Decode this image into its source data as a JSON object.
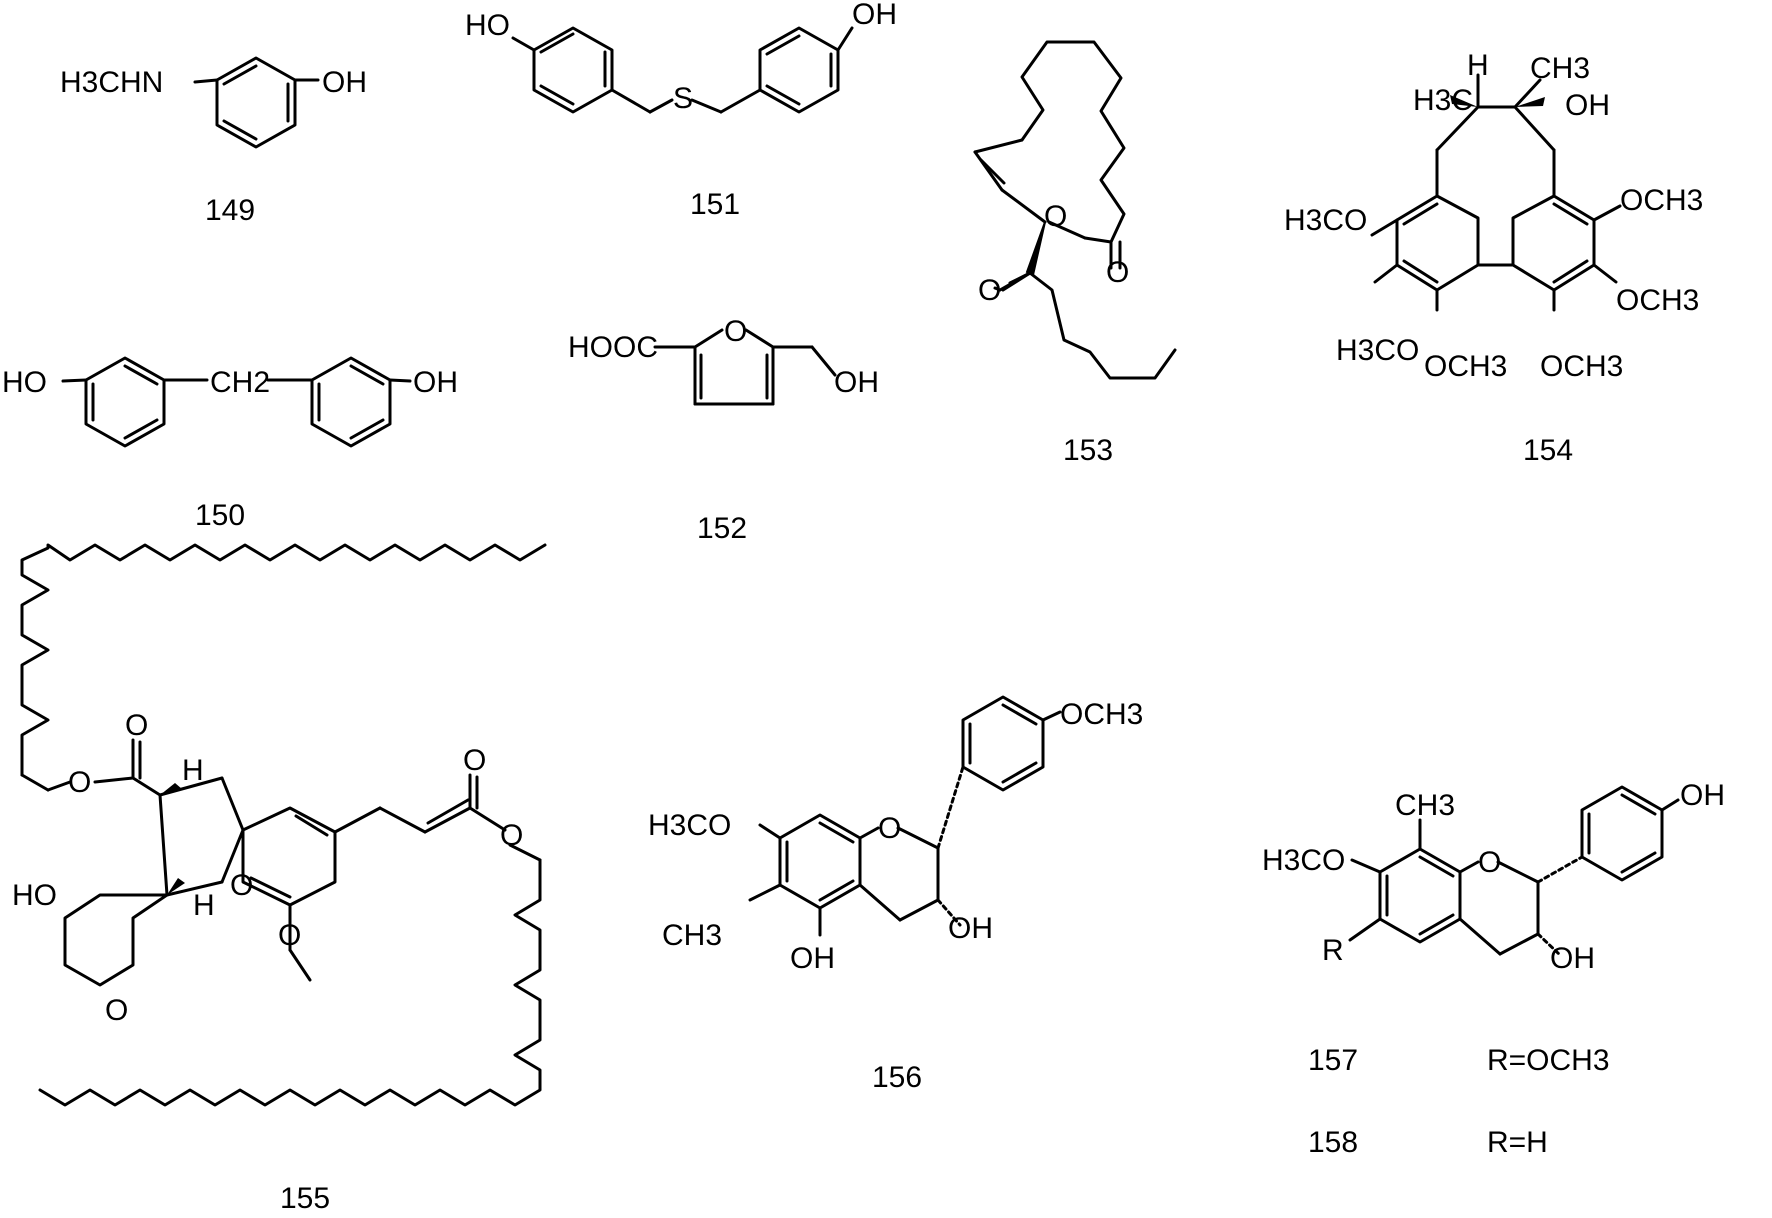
{
  "compounds": [
    {
      "id": "149",
      "atoms": {
        "nh": "H3CHN",
        "oh": "OH"
      }
    },
    {
      "id": "150",
      "atoms": {
        "ho": "HO",
        "ch2": "CH2",
        "oh": "OH"
      }
    },
    {
      "id": "151",
      "atoms": {
        "ho": "HO",
        "s": "S",
        "oh": "OH"
      }
    },
    {
      "id": "152",
      "atoms": {
        "cooh": "HOOC",
        "o": "O",
        "oh": "OH"
      }
    },
    {
      "id": "153",
      "atoms": {
        "o_ring": "O",
        "o_ester": "O",
        "o_ketone": "O"
      }
    },
    {
      "id": "154",
      "atoms": {
        "h3c": "H3C",
        "h": "H",
        "ch3": "CH3",
        "oh": "OH",
        "ome1": "H3CO",
        "ome2": "OCH3",
        "ome3": "H3CO",
        "ome4": "OCH3",
        "ome5": "OCH3",
        "ome6": "OCH3"
      }
    },
    {
      "id": "155",
      "atoms": {
        "o1": "O",
        "o2": "O",
        "h1": "H",
        "h2": "H",
        "ho": "HO",
        "o3": "O",
        "o4": "O",
        "o5": "O",
        "o6": "O",
        "o7": "O"
      }
    },
    {
      "id": "156",
      "atoms": {
        "ome": "OCH3",
        "h3co": "H3CO",
        "o": "O",
        "ch3": "CH3",
        "oh": "OH",
        "oh2": "OH"
      }
    },
    {
      "id": "157",
      "atoms": {
        "ch3": "CH3",
        "h3co": "H3CO",
        "o": "O",
        "oh": "OH",
        "oh2": "OH",
        "r": "R"
      },
      "rgroup": "R=OCH3"
    },
    {
      "id": "158",
      "rgroup": "R=H"
    }
  ]
}
